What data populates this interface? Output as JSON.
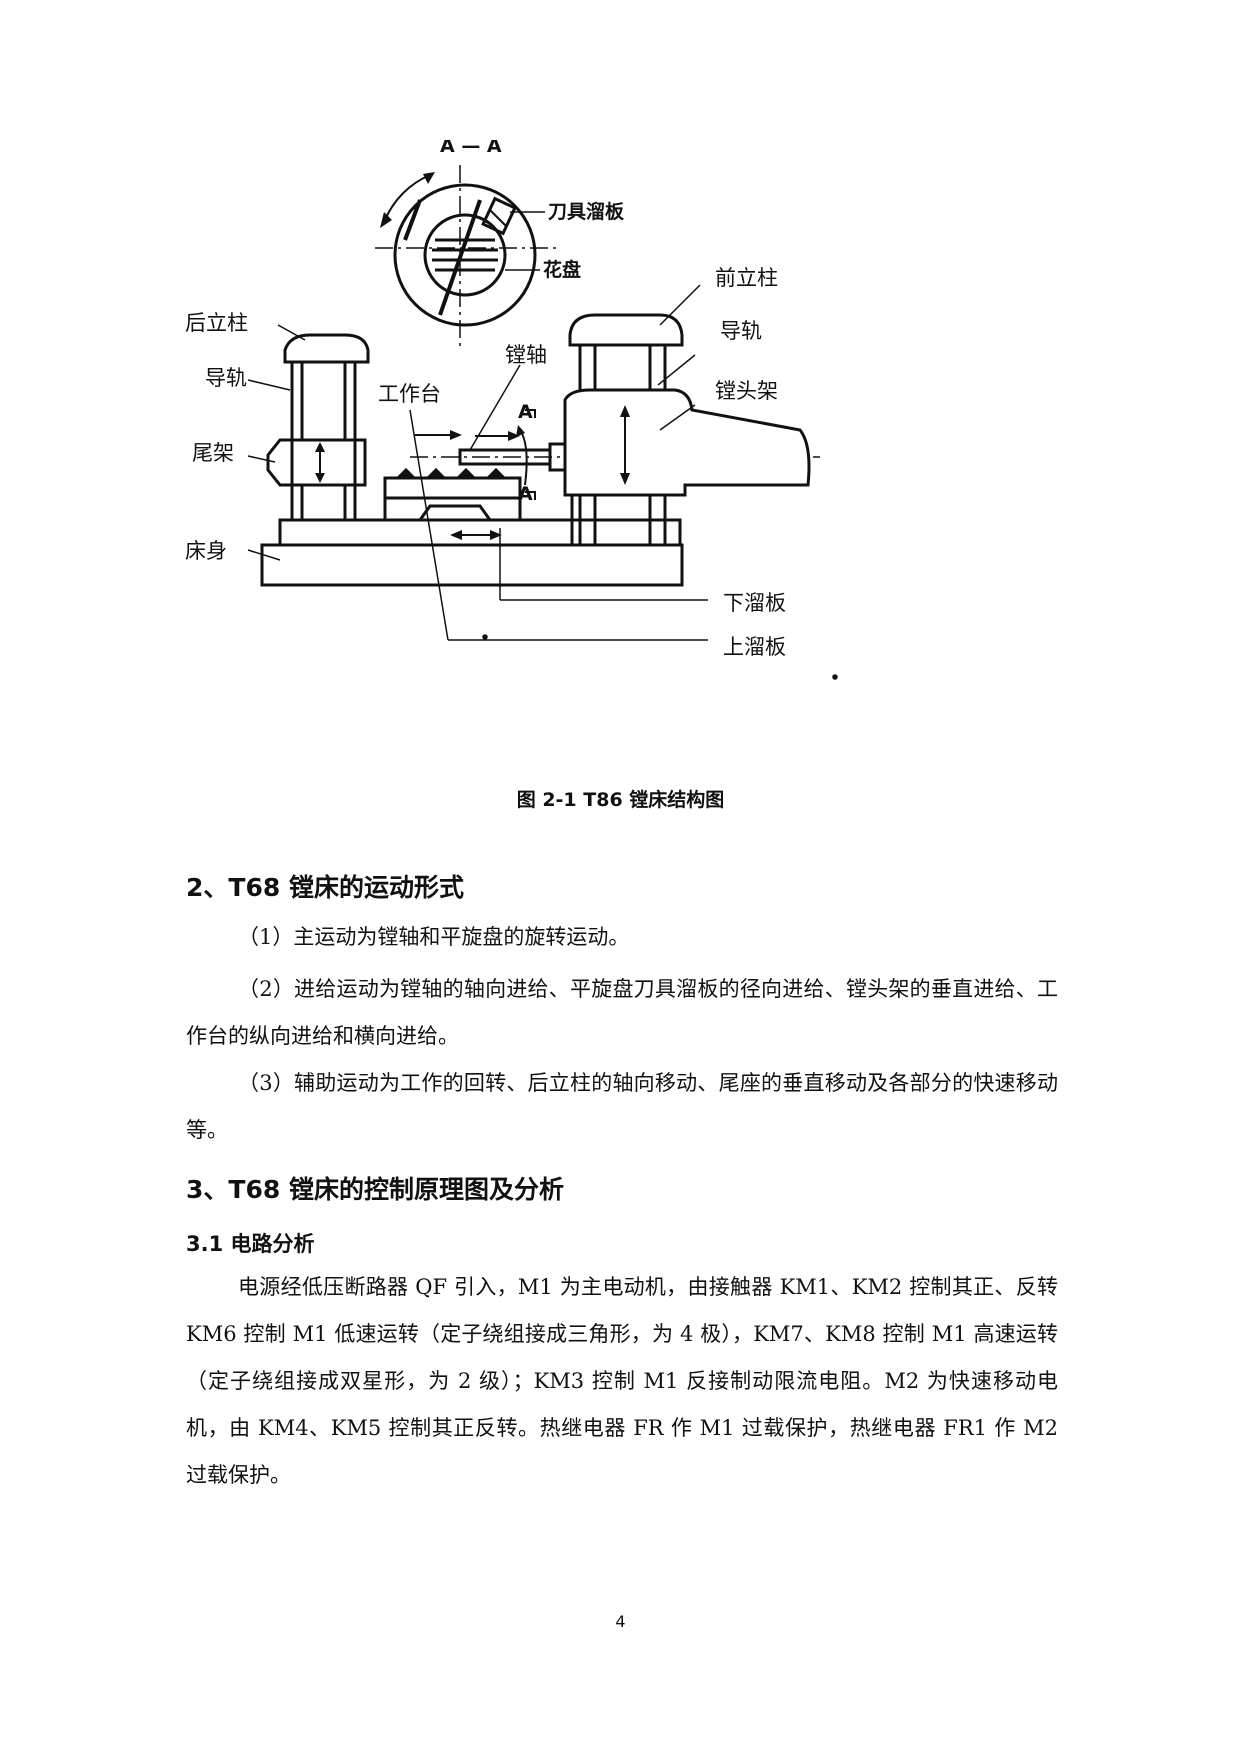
{
  "figure": {
    "labels": {
      "section": "A — A",
      "tool_slide": "刀具溜板",
      "faceplate": "花盘",
      "rear_column": "后立柱",
      "guide_left": "导轨",
      "tailstock": "尾架",
      "bed": "床身",
      "worktable": "工作台",
      "spindle": "镗轴",
      "front_column": "前立柱",
      "guide_right": "导轨",
      "headstock": "镗头架",
      "mark_a_top": "A",
      "mark_a_bottom": "A",
      "lower_slide": "下溜板",
      "upper_slide": "上溜板"
    },
    "caption": "图 2-1  T86 镗床结构图"
  },
  "sections": [
    {
      "heading": "2、T68 镗床的运动形式",
      "paragraphs": [
        "（1）主运动为镗轴和平旋盘的旋转运动。",
        "（2）进给运动为镗轴的轴向进给、平旋盘刀具溜板的径向进给、镗头架的垂直进给、工作台的纵向进给和横向进给。",
        "（3）辅助运动为工作的回转、后立柱的轴向移动、尾座的垂直移动及各部分的快速移动等。"
      ]
    },
    {
      "heading": "3、T68 镗床的控制原理图及分析",
      "subheading": "3.1 电路分析",
      "paragraphs": [
        "电源经低压断路器 QF 引入，M1 为主电动机，由接触器 KM1、KM2 控制其正、反转 KM6 控制 M1 低速运转（定子绕组接成三角形，为 4 极），KM7、KM8 控制 M1 高速运转（定子绕组接成双星形，为 2 级）；KM3 控制 M1 反接制动限流电阻。M2 为快速移动电机，由 KM4、KM5 控制其正反转。热继电器 FR 作 M1 过载保护，热继电器 FR1 作 M2 过载保护。"
      ]
    }
  ],
  "page_number": "4"
}
